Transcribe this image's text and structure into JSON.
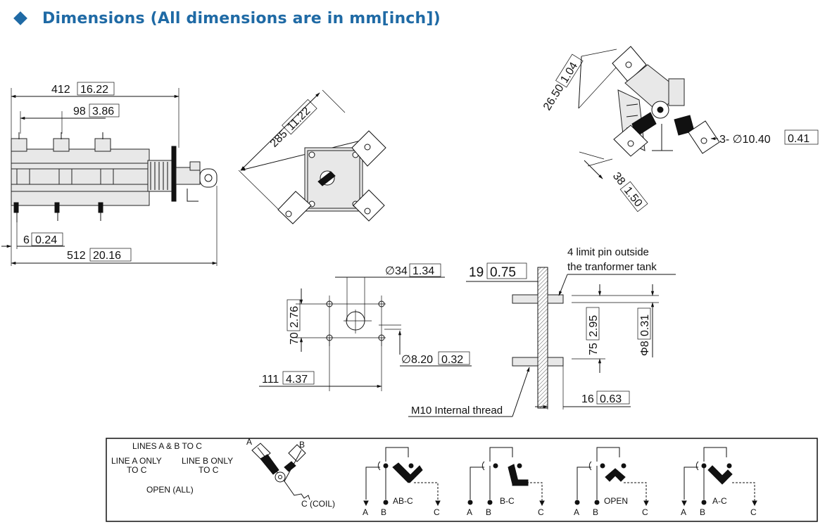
{
  "header": {
    "title": "Dimensions (All dimensions are in mm[inch])"
  },
  "side_view": {
    "dims": [
      {
        "mm": "412",
        "inch": "16.22"
      },
      {
        "mm": "98",
        "inch": "3.86"
      },
      {
        "mm": "6",
        "inch": "0.24"
      },
      {
        "mm": "512",
        "inch": "20.16"
      }
    ]
  },
  "front_view": {
    "dim": {
      "mm": "285",
      "inch": "11.22"
    }
  },
  "iso_view": {
    "dims": [
      {
        "mm": "26.50",
        "inch": "1.04"
      },
      {
        "mm": "3- ∅10.40",
        "inch": "0.41"
      },
      {
        "mm": "38",
        "inch": "1.50"
      }
    ]
  },
  "mount_plan": {
    "dims": [
      {
        "mm": "∅34",
        "inch": "1.34"
      },
      {
        "mm": "70",
        "inch": "2.76"
      },
      {
        "mm": "∅8.20",
        "inch": "0.32"
      },
      {
        "mm": "111",
        "inch": "4.37"
      }
    ]
  },
  "pin_view": {
    "dims": [
      {
        "mm": "19",
        "inch": "0.75"
      },
      {
        "mm": "75",
        "inch": "2.95"
      },
      {
        "mm": "Φ8",
        "inch": "0.31"
      },
      {
        "mm": "16",
        "inch": "0.63"
      }
    ],
    "notes": {
      "limit_pin_line1": "4 limit pin outside",
      "limit_pin_line2": "the tranformer tank",
      "thread": "M10 Internal thread"
    }
  },
  "legend": {
    "lines_ab_to_c": "LINES A & B TO C",
    "line_a_only": "LINE A ONLY",
    "line_b_only": "LINE B ONLY",
    "to_c": "TO C",
    "open_all": "OPEN (ALL)",
    "term_a": "A",
    "term_b": "B",
    "coil": "C (COIL)",
    "positions": [
      {
        "label": "AB-C",
        "a": "A",
        "b": "B",
        "c": "C"
      },
      {
        "label": "B-C",
        "a": "A",
        "b": "B",
        "c": "C"
      },
      {
        "label": "OPEN",
        "a": "A",
        "b": "B",
        "c": "C"
      },
      {
        "label": "A-C",
        "a": "A",
        "b": "B",
        "c": "C"
      }
    ]
  }
}
